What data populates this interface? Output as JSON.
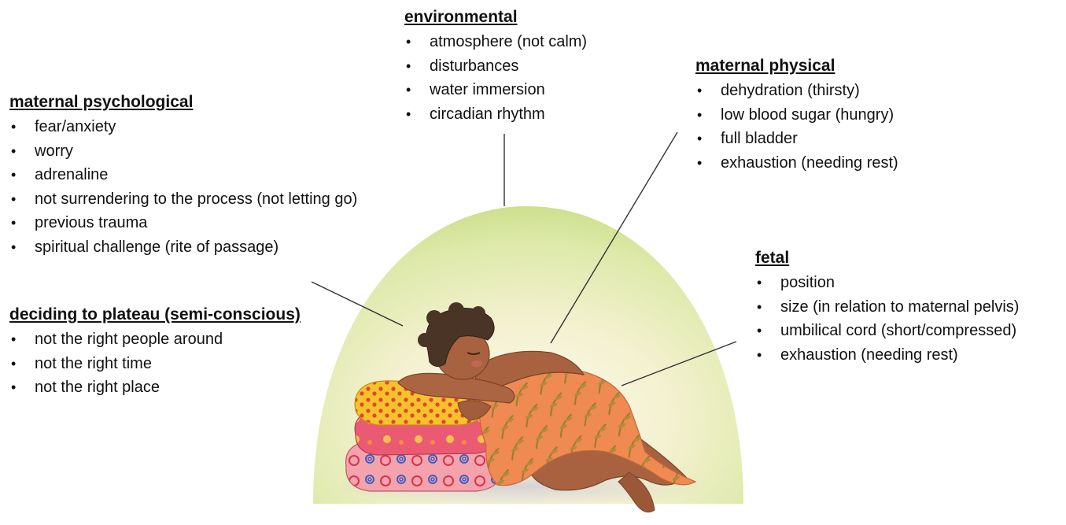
{
  "groups": {
    "environmental": {
      "heading": "environmental",
      "items": [
        "atmosphere (not calm)",
        "disturbances",
        "water immersion",
        "circadian rhythm"
      ]
    },
    "maternal_physical": {
      "heading": "maternal physical",
      "items": [
        "dehydration (thirsty)",
        "low blood sugar (hungry)",
        "full bladder",
        "exhaustion (needing rest)"
      ]
    },
    "maternal_psychological": {
      "heading": "maternal psychological",
      "items": [
        "fear/anxiety",
        "worry",
        "adrenaline",
        "not surrendering to the process (not letting go)",
        "previous trauma",
        "spiritual challenge (rite of passage)"
      ]
    },
    "deciding_to_plateau": {
      "heading": "deciding to plateau (semi-conscious)",
      "items": [
        "not the right people around",
        "not the right time",
        "not the right place"
      ]
    },
    "fetal": {
      "heading": "fetal",
      "items": [
        "position",
        "size (in relation to maternal pelvis)",
        "umbilical cord (short/compressed)",
        "exhaustion (needing rest)"
      ]
    }
  },
  "illustration": {
    "subject": "woman resting on stacked pillows inside a glowing dome",
    "colors": {
      "glow_center": "#fbf7e2",
      "glow_edge": "#cfe08f",
      "skin": "#a8623f",
      "hair": "#4a3426",
      "wrap": "#e8874f",
      "pillow_top": "#f5c22d",
      "pillow_mid": "#e9556e",
      "pillow_bottom": "#f29aa8",
      "connector_line": "#333333"
    }
  }
}
